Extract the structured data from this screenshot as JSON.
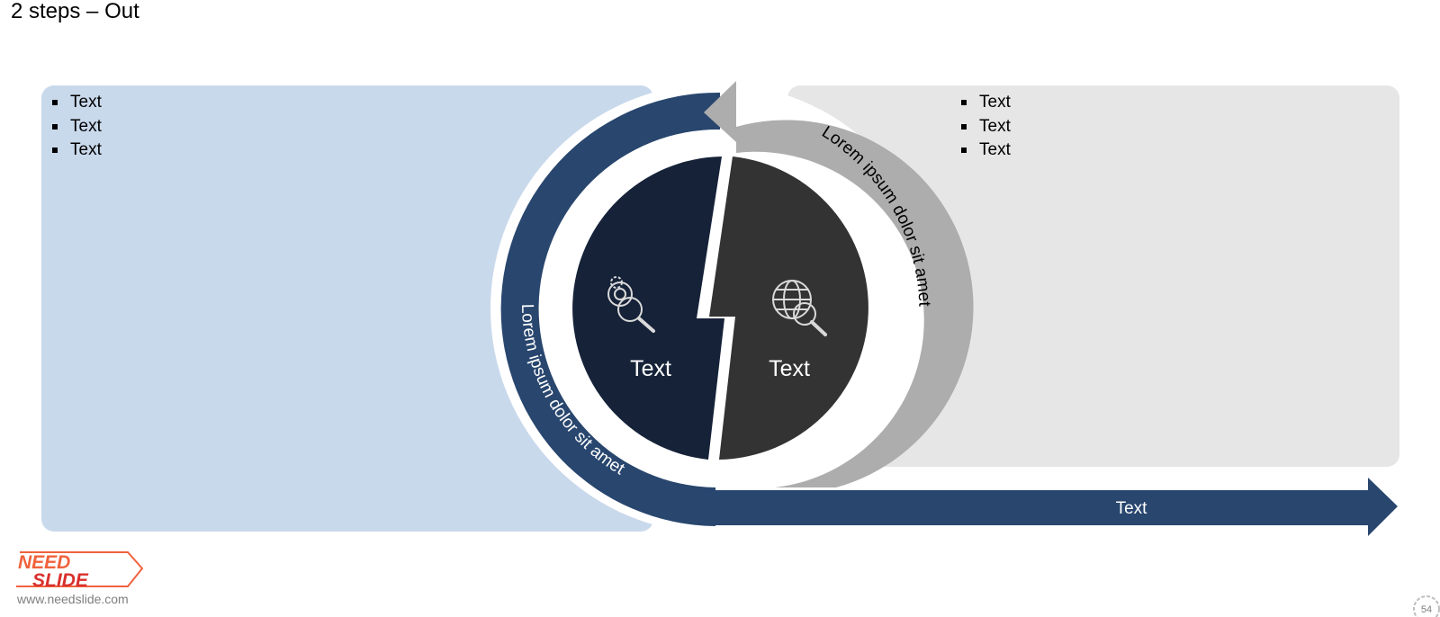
{
  "slide": {
    "title": "2 steps – Out"
  },
  "left_panel": {
    "bullets": [
      "Text",
      "Text",
      "Text"
    ],
    "color": "#c9d9ec"
  },
  "right_panel": {
    "bullets": [
      "Text",
      "Text",
      "Text"
    ],
    "color": "#e6e6e6"
  },
  "cycle": {
    "outer_arc_left_text": "Lorem ipsum dolor sit amet",
    "outer_arc_right_text": "Lorem ipsum dolor sit amet",
    "inner_left_label": "Text",
    "inner_right_label": "Text",
    "inner_left_icon": "gear-magnifier-icon",
    "inner_right_icon": "globe-magnifier-icon",
    "navy_color": "#28466e",
    "grey_color": "#adadad",
    "inner_left_color": "#152238",
    "inner_right_color": "#333333"
  },
  "out_arrow": {
    "label": "Text"
  },
  "footer": {
    "website": "www.needslide.com",
    "logo_line1": "NEED",
    "logo_line2": "SLIDE",
    "page_number": "54"
  }
}
